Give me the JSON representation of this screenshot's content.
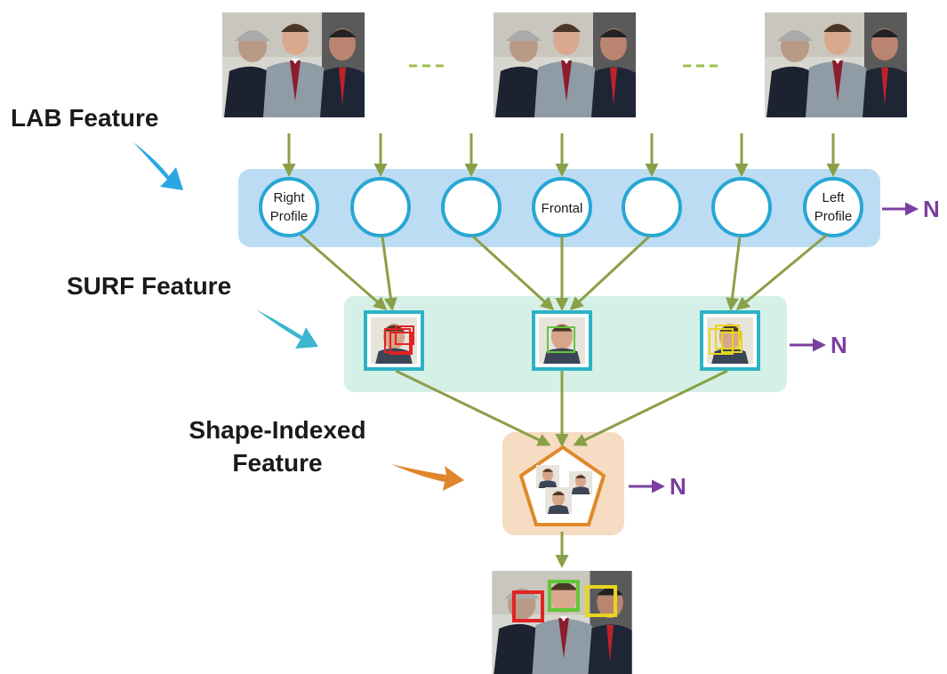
{
  "labels": {
    "lab": "LAB Feature",
    "surf": "SURF Feature",
    "shape_line1": "Shape-Indexed",
    "shape_line2": "Feature"
  },
  "nodes": {
    "right_profile_line1": "Right",
    "right_profile_line2": "Profile",
    "frontal": "Frontal",
    "left_profile_line1": "Left",
    "left_profile_line2": "Profile"
  },
  "n_labels": {
    "lab": "N",
    "surf": "N",
    "shape": "N"
  },
  "colors": {
    "lab_band": "#bcdcf4",
    "surf_band": "#d5f0e6",
    "shape_band": "#f6dcc2",
    "node_ring": "#27a7d3",
    "patch_frame": "#2bb3c6",
    "pentagon": "#e0882a",
    "arrow_green": "#8aa048",
    "arrow_purple": "#7b3fa0",
    "pointer_blue": "#2aa6e4",
    "pointer_cyan": "#3bb7cf",
    "pointer_orange": "#e0862a"
  },
  "icons": [
    "photo-group-icon",
    "face-patch-icon",
    "pentagon-icon",
    "pointer-arrow-icon"
  ]
}
